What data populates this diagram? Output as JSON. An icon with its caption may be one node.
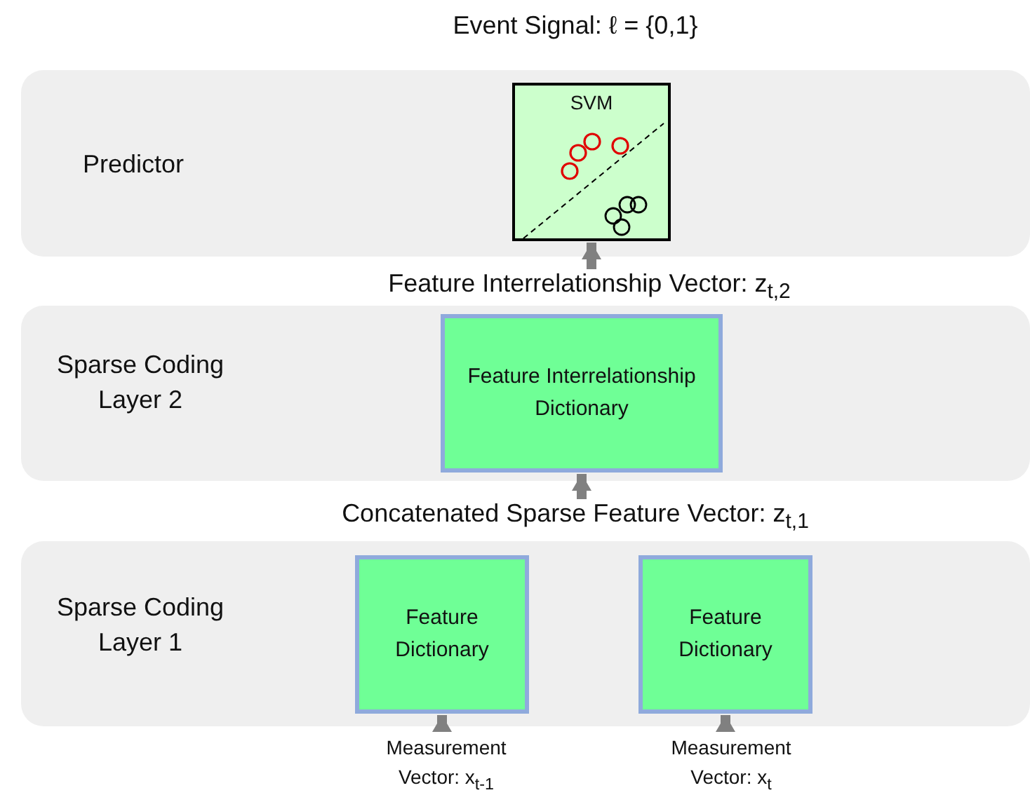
{
  "diagram": {
    "nodes": [
      {
        "text": [
          "Predictor"
        ]
      },
      {
        "text": [
          "SVM"
        ],
        "in": 0
      },
      {
        "text": [
          "Feature Interrelationship Vector: z$_{t,2}$"
        ]
      },
      {
        "text": [
          "Sparse Coding Layer 2"
        ]
      },
      {
        "text": [
          "Feature Interrelationship Dictionary"
        ],
        "in": 3
      },
      {
        "text": [
          "Concatenated Sparse Feature Vector: z$_{t,1}$"
        ]
      },
      {
        "text": [
          "Sparse Coding Layer 1"
        ]
      },
      {
        "text": [
          "Feature Dictionary"
        ],
        "in": 6
      },
      {
        "text": [
          "Feature Dictionary"
        ],
        "in": 6
      },
      {
        "text": [
          "Measurement Vector:  x$_{t-1}$"
        ]
      },
      {
        "text": [
          "Measurement Vector:  x$_{t}$"
        ]
      }
    ],
    "edges": [
      {
        "from": 2,
        "to": 1,
        "arrow": "to"
      },
      {
        "from": 5,
        "to": 4,
        "arrow": "to"
      },
      {
        "from": 9,
        "to": 7,
        "arrow": "to"
      },
      {
        "from": 10,
        "to": 8,
        "arrow": "to"
      }
    ],
    "labels": [
      "Event Signal:  ℓ = {0,1}"
    ]
  }
}
